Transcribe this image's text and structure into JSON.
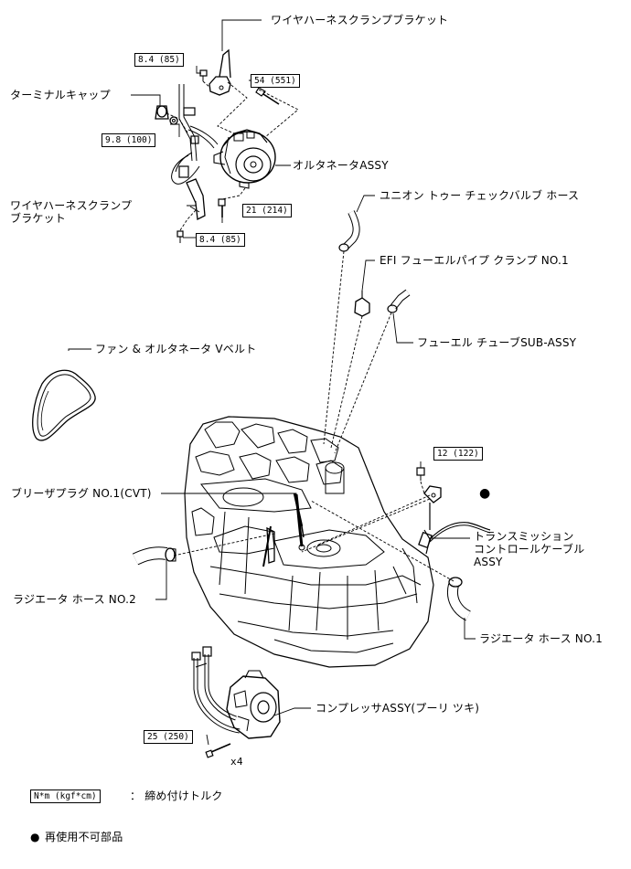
{
  "parts": {
    "wire_harness_clamp_bracket_top": "ワイヤハーネスクランプブラケット",
    "terminal_cap": "ターミナルキャップ",
    "alternator_assy": "オルタネータASSY",
    "wire_harness_clamp_bracket_bottom": "ワイヤハーネスクランプ\nブラケット",
    "union_to_check_valve_hose": "ユニオン トゥー チェックバルブ ホース",
    "efi_fuel_pipe_clamp": "EFI フューエルパイプ クランプ NO.1",
    "fuel_tube_sub_assy": "フューエル チューブSUB-ASSY",
    "fan_alternator_v_belt": "ファン & オルタネータ Vベルト",
    "breather_plug": "ブリーザプラグ NO.1(CVT)",
    "transmission_control_cable": "トランスミッション\nコントロールケーブル\nASSY",
    "radiator_hose_no2": "ラジエータ ホース NO.2",
    "radiator_hose_no1": "ラジエータ ホース NO.1",
    "compressor_assy": "コンプレッサASSY(プーリ ツキ)"
  },
  "torques": {
    "t1": "8.4 (85)",
    "t2": "54 (551)",
    "t3": "9.8 (100)",
    "t4": "21 (214)",
    "t5": "8.4 (85)",
    "t6": "12 (122)",
    "t7": "25 (250)"
  },
  "quantity": "x4",
  "legend": {
    "unit_box": "N*m (kgf*cm)",
    "torque_text": "： 締め付けトルク",
    "bullet": "●",
    "non_reusable_text": "再使用不可部品"
  }
}
